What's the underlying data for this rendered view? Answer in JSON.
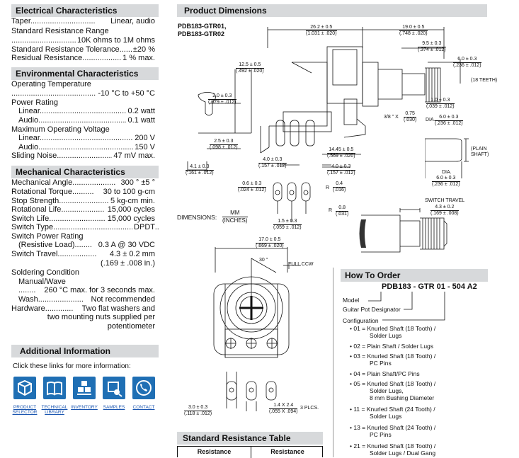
{
  "electrical": {
    "title": "Electrical Characteristics",
    "taper_label": "Taper",
    "taper_value": "Linear, audio",
    "std_res_label": "Standard Resistance Range",
    "std_res_value": "10K ohms to 1M ohms",
    "tol_label": "Standard Resistance Tolerance",
    "tol_value": "±20 %",
    "residual_label": "Residual Resistance",
    "residual_value": "1 % max."
  },
  "environmental": {
    "title": "Environmental Characteristics",
    "op_temp_label": "Operating Temperature",
    "op_temp_value": "-10 °C to +50 °C",
    "power_label": "Power Rating",
    "linear_label": "Linear",
    "linear_power": "0.2 watt",
    "audio_label": "Audio",
    "audio_power": "0.1 watt",
    "max_v_label": "Maximum Operating Voltage",
    "linear_v": "200 V",
    "audio_v": "150 V",
    "noise_label": "Sliding Noise",
    "noise_value": "47 mV max."
  },
  "mechanical": {
    "title": "Mechanical Characteristics",
    "angle_label": "Mechanical Angle",
    "angle_value": "300 ° ±5 °",
    "torque_label": "Rotational Torque",
    "torque_value": "30 to 100 g-cm",
    "stop_label": "Stop Strength",
    "stop_value": "5 kg-cm min.",
    "life_label": "Rotational Life",
    "life_value": "15,000 cycles",
    "switch_life_label": "Switch Life",
    "switch_life_value": "15,000 cycles",
    "switch_type_label": "Switch Type",
    "switch_type_value": "DPDT",
    "sw_power_label": "Switch Power Rating",
    "sw_power_sub": "(Resistive Load)",
    "sw_power_value": "0.3 A @ 30 VDC",
    "sw_travel_label": "Switch Travel",
    "sw_travel_value": "4.3 ± 0.2 mm",
    "sw_travel_inch": "(.169 ± .008 in.)",
    "solder_label": "Soldering Condition",
    "manual_label": "Manual/Wave",
    "manual_value": "260 °C max. for 3 seconds max.",
    "wash_label": "Wash",
    "wash_value": "Not recommended",
    "hardware_label": "Hardware",
    "hardware_value1": "Two flat washers and",
    "hardware_value2": "two mounting nuts supplied per",
    "hardware_value3": "potentiometer"
  },
  "additional": {
    "title": "Additional Information",
    "subtitle": "Click these links for more information:",
    "links": [
      {
        "l1": "PRODUCT",
        "l2": "SELECTOR",
        "icon": "cubes-icon"
      },
      {
        "l1": "TECHNICAL",
        "l2": "LIBRARY",
        "icon": "book-icon"
      },
      {
        "l1": "INVENTORY",
        "l2": "",
        "icon": "boxes-icon"
      },
      {
        "l1": "SAMPLES",
        "l2": "",
        "icon": "sample-box-icon"
      },
      {
        "l1": "CONTACT",
        "l2": "",
        "icon": "phone-icon"
      }
    ]
  },
  "dimensions": {
    "title": "Product Dimensions",
    "model1": "PDB183-GTR01,",
    "model2": "PDB183-GTR02",
    "legend_label": "DIMENSIONS:",
    "legend_mm": "MM",
    "legend_in": "(INCHES)",
    "d_26": "26.2 ± 0.5",
    "d_26i": "(1.031 ± .020)",
    "d_19": "19.0 ± 0.5",
    "d_19i": "(.748 ± .020)",
    "d_95": "9.5 ± 0.3",
    "d_95i": "(.374 ± .012)",
    "d_60a": "6.0 ± 0.3",
    "d_60ai": "(.236 ± .012)",
    "d_18t": "(18 TEETH)",
    "d_125": "12.5 ± 0.5",
    "d_125i": "(.492 ± .020)",
    "d_20": "2.0 ± 0.3",
    "d_20i": "(.079 ± .012)",
    "d_10": "1.0 ± 0.3",
    "d_10i": "(.039 ± .012)",
    "d_38": "3/8 \" X",
    "d_075": "0.75",
    "d_075i": "(.030)",
    "d_dia": "DIA.",
    "d_60b": "6.0 ± 0.3",
    "d_60bi": "(.236 ± .012)",
    "d_25": "2.5 ± 0.3",
    "d_25i": "(.098 ± .012)",
    "d_41": "4.1 ± 0.3",
    "d_41i": "(.161 ± .012)",
    "d_40a": "4.0 ± 0.3",
    "d_40ai": "(.157 ± .012)",
    "d_1445": "14.45 ± 0.5",
    "d_1445i": "(.569 ± .020)",
    "d_40b": "4.0 ± 0.3",
    "d_40bi": "(.157 ± .012)",
    "d_plain": "(PLAIN",
    "d_shaft": "SHAFT)",
    "d_dia2": "DIA.",
    "d_60c": "6.0 ± 0.3",
    "d_60ci": "(.236 ± .012)",
    "d_06": "0.6 ± 0.3",
    "d_06i": "(.024 ± .012)",
    "d_r": "R",
    "d_04": "0.4",
    "d_04i": "(.016)",
    "d_r2": "R",
    "d_08": "0.8",
    "d_08i": "(.031)",
    "d_15": "1.5 ± 0.3",
    "d_15i": "(.059 ± .012)",
    "d_swt": "SWITCH TRAVEL",
    "d_43": "4.3 ± 0.2",
    "d_43i": "(.169 ± .008)",
    "d_170": "17.0 ± 0.5",
    "d_170i": "(.669 ± .020)",
    "d_30": "30 °",
    "d_ccw": "FULL CCW",
    "d_30b": "3.0 ± 0.3",
    "d_30bi": "(.118 ± .012)",
    "d_14": "1.4 X 2.4",
    "d_14i": "(.055 X .094)",
    "d_3pl": "3 PLCS."
  },
  "order": {
    "title": "How To Order",
    "code_prefix": "PDB183 - GTR",
    "code_opt": "01",
    "code_res": "- 504",
    "code_a2": "A2",
    "model_label": "Model",
    "designator_label": "Guitar Pot Designator",
    "config_label": "Configuration",
    "items": [
      [
        "• 01 = Knurled Shaft (18 Tooth) /",
        "Solder Lugs"
      ],
      [
        "• 02 = Plain Shaft / Solder Lugs"
      ],
      [
        "• 03 = Knurled Shaft (18 Tooth) /",
        "PC Pins"
      ],
      [
        "• 04 = Plain Shaft/PC Pins"
      ],
      [
        "• 05 = Knurled Shaft (18 Tooth) /",
        "Solder Lugs,",
        "8 mm Bushing Diameter"
      ],
      [
        "• 11 = Knurled Shaft (24 Tooth) /",
        "Solder Lugs"
      ],
      [
        "• 13 = Knurled Shaft (24 Tooth) /",
        "PC Pins"
      ],
      [
        "• 21 = Knurled Shaft (18 Tooth) /",
        "Solder Lugs / Dual Gang"
      ]
    ]
  },
  "resistance_table": {
    "title": "Standard Resistance Table",
    "col1": "Resistance",
    "col2": "Resistance"
  }
}
